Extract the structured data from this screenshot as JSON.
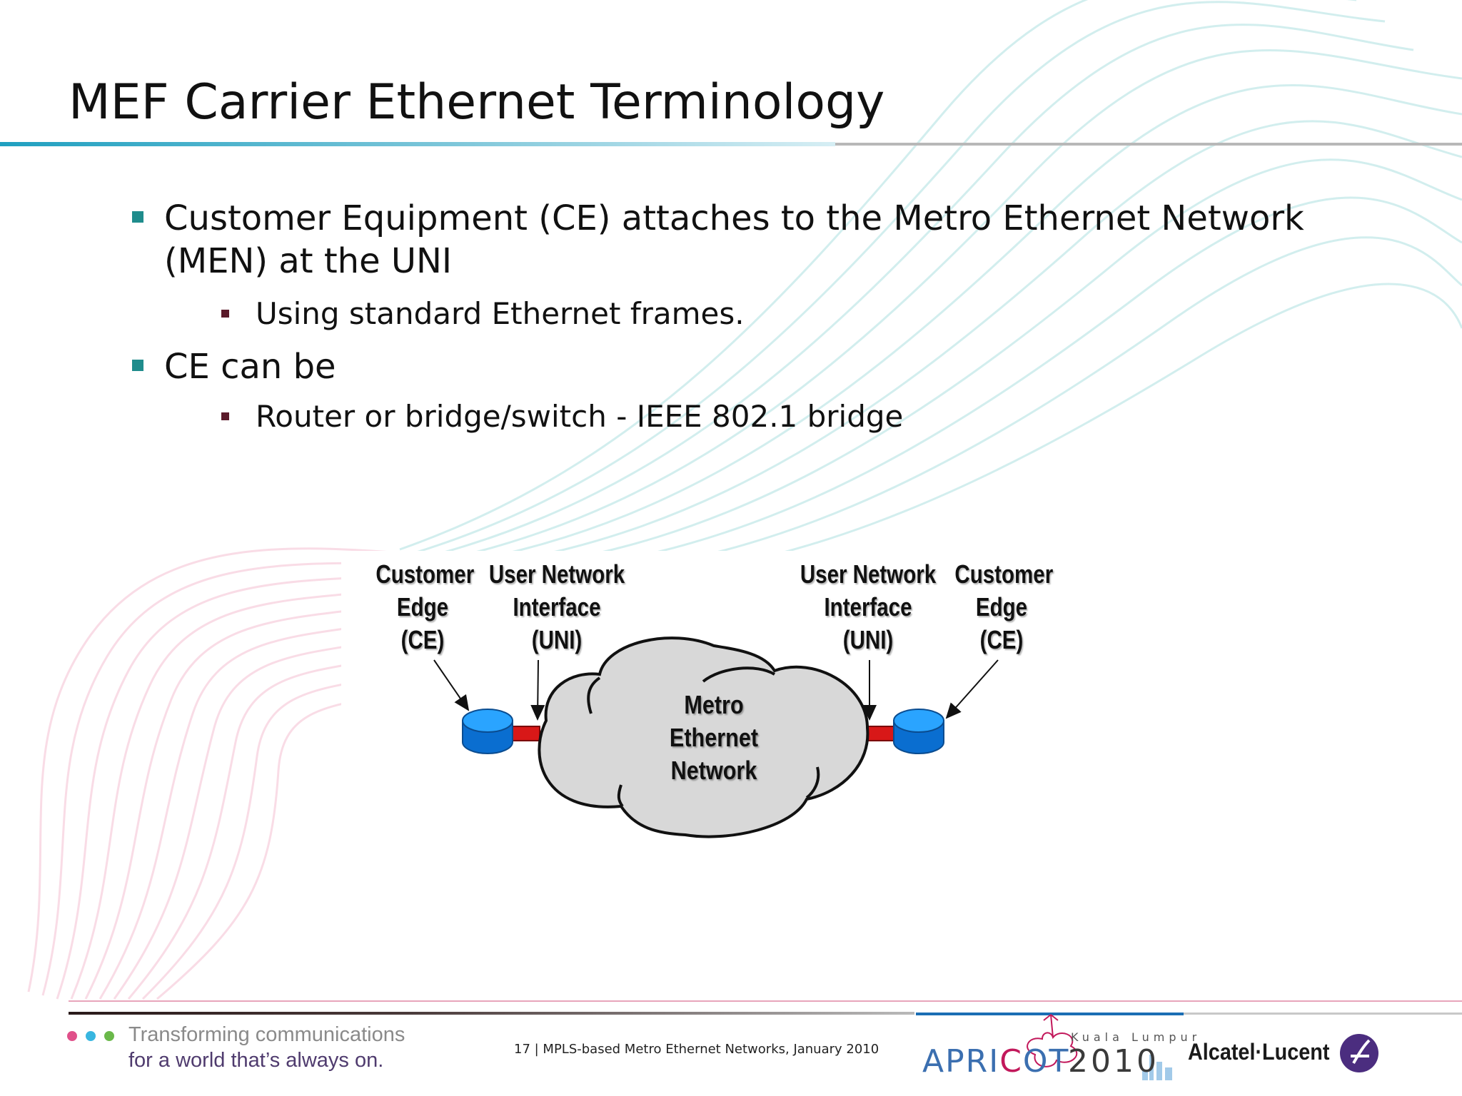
{
  "slide": {
    "title": "MEF Carrier Ethernet Terminology",
    "bullets": [
      {
        "line1": "Customer Equipment (CE) attaches to the Metro Ethernet Network",
        "line2": "(MEN) at the UNI",
        "sub": "Using standard Ethernet frames."
      },
      {
        "line1": "CE can be",
        "sub": "Router or bridge/switch - IEEE 802.1 bridge"
      }
    ]
  },
  "diagram": {
    "left_ce": [
      "Customer",
      "Edge",
      "(CE)"
    ],
    "left_uni": [
      "User Network",
      "Interface",
      "(UNI)"
    ],
    "right_uni": [
      "User Network",
      "Interface",
      "(UNI)"
    ],
    "right_ce": [
      "Customer",
      "Edge",
      "(CE)"
    ],
    "cloud": [
      "Metro",
      "Ethernet",
      "Network"
    ],
    "colors": {
      "router": "#1e8ee8",
      "link": "#d81818",
      "cloud": "#d8d8d8"
    }
  },
  "footer": {
    "tagline_line1": "Transforming communications",
    "tagline_line2": "for a world that’s always on.",
    "page_info": "17 | MPLS-based Metro Ethernet Networks, January 2010",
    "event_city": "Kuala Lumpur",
    "event_name_a": "APRI",
    "event_name_b": "C",
    "event_name_c": "OT",
    "event_year": "2010",
    "brand": "Alcatel·Lucent",
    "dot_colors": [
      "#e0508a",
      "#38b6e0",
      "#6ab84a"
    ]
  }
}
